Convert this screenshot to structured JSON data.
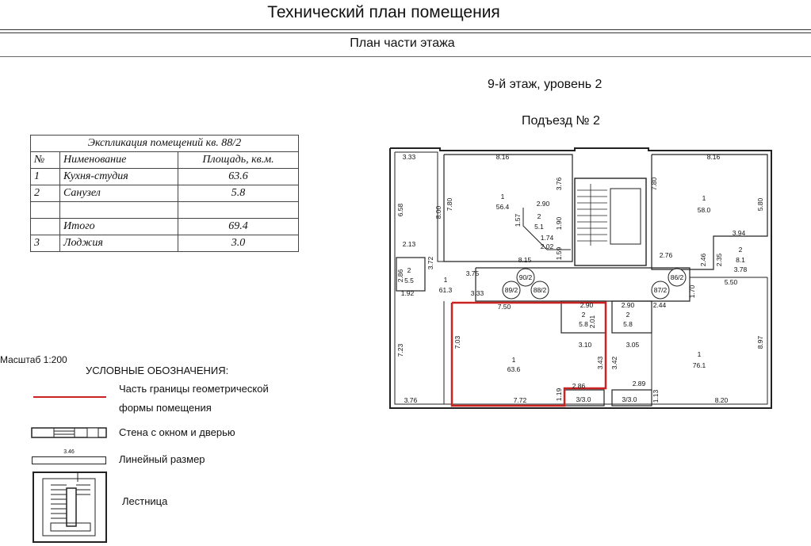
{
  "header": {
    "title": "Технический план помещения",
    "subtitle": "План  части этажа",
    "floor_level": "9-й этаж, уровень 2",
    "entrance": "Подъезд № 2"
  },
  "explication": {
    "caption": "Экспликация помещений кв. 88/2",
    "columns": [
      "№",
      "Нименование",
      "Площадь, кв.м."
    ],
    "rows": [
      {
        "num": "1",
        "name": "Кухня-студия",
        "area": "63.6"
      },
      {
        "num": "2",
        "name": "Санузел",
        "area": "5.8"
      },
      {
        "num": "",
        "name": "",
        "area": ""
      },
      {
        "num": "",
        "name": "Итого",
        "area": "69.4"
      },
      {
        "num": "3",
        "name": "Лоджия",
        "area": "3.0"
      }
    ]
  },
  "scale": "Масштаб 1:200",
  "legend": {
    "title": "УСЛОВНЫЕ ОБОЗНАЧЕНИЯ:",
    "boundary_line1": "Часть границы геометрической",
    "boundary_line2": "формы помещения",
    "wall": "Стена с окном и дверью",
    "dimension": "Линейный размер",
    "dimension_sample": "3.46",
    "stairs": "Лестница"
  },
  "plan": {
    "highlight_color": "#cc2222",
    "labels": {
      "d_3_33_top": "3.33",
      "d_8_16_l": "8.16",
      "d_3_76_top": "3.76",
      "d_8_16_r": "8.16",
      "d_7_80_l": "7.80",
      "d_8_00": "8.00",
      "d_6_58": "6.58",
      "d_7_80_r": "7.80",
      "d_5_80_r": "5.80",
      "r_1_56": "1",
      "a_56_4": "56.4",
      "d_2_90": "2.90",
      "r_2_51": "2",
      "a_5_1": "5.1",
      "d_1_57": "1.57",
      "d_1_90": "1.90",
      "d_1_74": "1.74",
      "d_2_02": "2.02",
      "d_1_59": "1.59",
      "r_1_58": "1",
      "a_58_0": "58.0",
      "d_3_94": "3.94",
      "r_2_8": "2",
      "a_8_1": "8.1",
      "d_2_46": "2.46",
      "d_2_35": "2.35",
      "d_3_78": "3.78",
      "d_2_76": "2.76",
      "d_2_13": "2.13",
      "d_3_72": "3.72",
      "d_2_86_l": "2.86",
      "r_2_5": "2",
      "a_5_5": "5.5",
      "d_1_92": "1.92",
      "r_1_61": "1",
      "a_61_3": "61.3",
      "d_3_75": "3.75",
      "d_8_15": "8.15",
      "d_3_33_mid": "3.33",
      "apt_90_2": "90/2",
      "apt_89_2": "89/2",
      "apt_88_2": "88/2",
      "apt_87_2": "87/2",
      "apt_86_2": "86/2",
      "d_1_70": "1.70",
      "d_5_50": "5.50",
      "d_7_50": "7.50",
      "d_2_90_a": "2.90",
      "r_2_b1": "2",
      "a_5_8_1": "5.8",
      "d_2_01": "2.01",
      "d_2_90_b": "2.90",
      "r_2_b2": "2",
      "a_5_8_2": "5.8",
      "d_2_44": "2.44",
      "d_3_10": "3.10",
      "d_3_05": "3.05",
      "d_7_23": "7.23",
      "d_7_03": "7.03",
      "r_1_636": "1",
      "a_63_6": "63.6",
      "d_3_43": "3.43",
      "d_3_42": "3.42",
      "r_1_761": "1",
      "a_76_1": "76.1",
      "d_8_97": "8.97",
      "d_3_76_bot": "3.76",
      "d_7_72": "7.72",
      "d_1_19": "1.19",
      "d_2_86_b": "2.86",
      "loggia_1": "3/3.0",
      "d_2_89": "2.89",
      "loggia_2": "3/3.0",
      "d_1_13": "1.13",
      "d_8_20": "8.20"
    }
  }
}
